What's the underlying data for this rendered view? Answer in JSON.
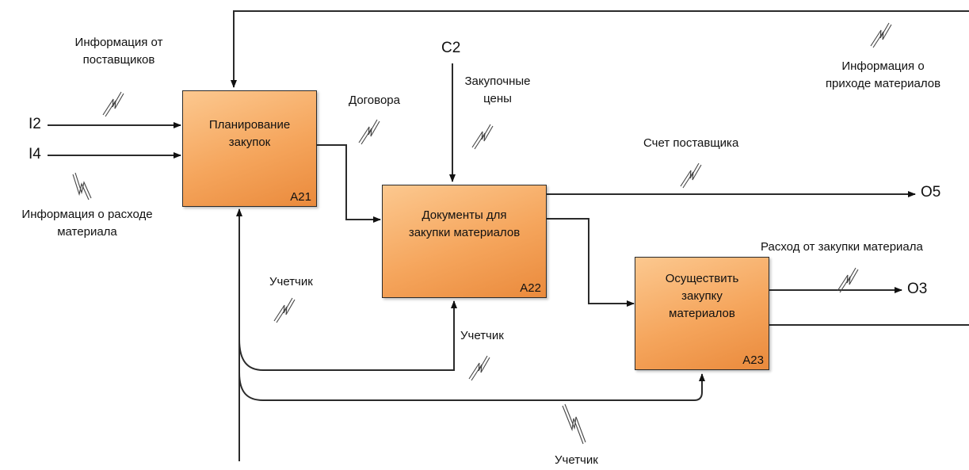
{
  "boxes": {
    "a21": {
      "title": "Планирование\nзакупок",
      "id": "A21"
    },
    "a22": {
      "title": "Документы для\nзакупки материалов",
      "id": "A22"
    },
    "a23": {
      "title": "Осуществить\nзакупку\nматериалов",
      "id": "A23"
    }
  },
  "inputs": {
    "i2": "I2",
    "i4": "I4"
  },
  "controls": {
    "c2": "C2"
  },
  "outputs": {
    "o5": "O5",
    "o3": "O3"
  },
  "labels": {
    "info_suppliers": "Информация от\nпоставщиков",
    "info_expense": "Информация о расходе\nматериала",
    "contracts": "Договора",
    "purchase_prices": "Закупочные\nцены",
    "info_arrival": "Информация о\nприходе материалов",
    "supplier_invoice": "Счет поставщика",
    "purchase_expense": "Расход от закупки материала",
    "accountant_1": "Учетчик",
    "accountant_2": "Учетчик",
    "accountant_3": "Учетчик"
  },
  "colors": {
    "box_fill": "#f5a55c",
    "line": "#2b2b2b"
  }
}
